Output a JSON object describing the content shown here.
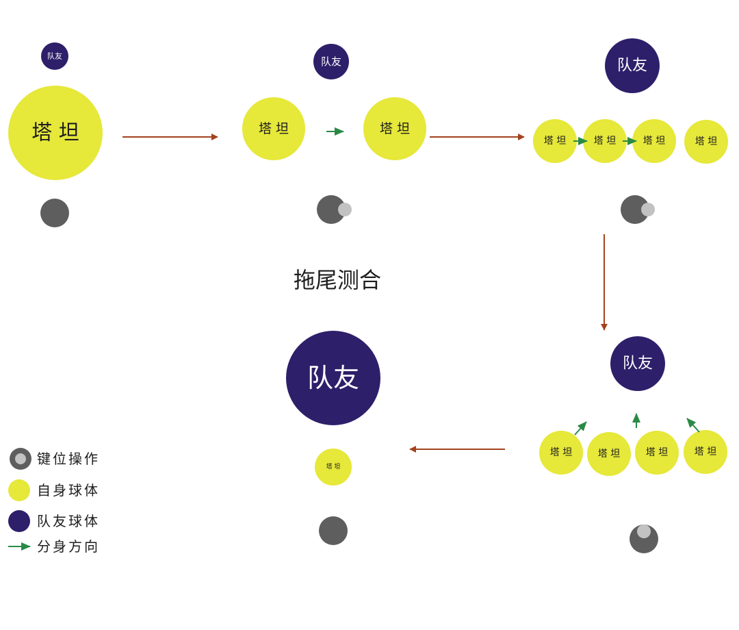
{
  "title": "拖尾测合",
  "labels": {
    "tank": "塔 坦",
    "teammate": "队友"
  },
  "legend": [
    {
      "label": "键位操作",
      "icon": "joystick-icon"
    },
    {
      "label": "自身球体",
      "icon": "self-ball-icon"
    },
    {
      "label": "队友球体",
      "icon": "teammate-ball-icon"
    },
    {
      "label": "分身方向",
      "icon": "split-direction-arrow-icon"
    }
  ],
  "colors": {
    "self": "#e6e83a",
    "teammate": "#2e1f6a",
    "joystick": "#5e5e5e",
    "thumb": "#c2c2c2",
    "flow_arrow": "#a3421d",
    "split_arrow": "#2a8a45"
  }
}
